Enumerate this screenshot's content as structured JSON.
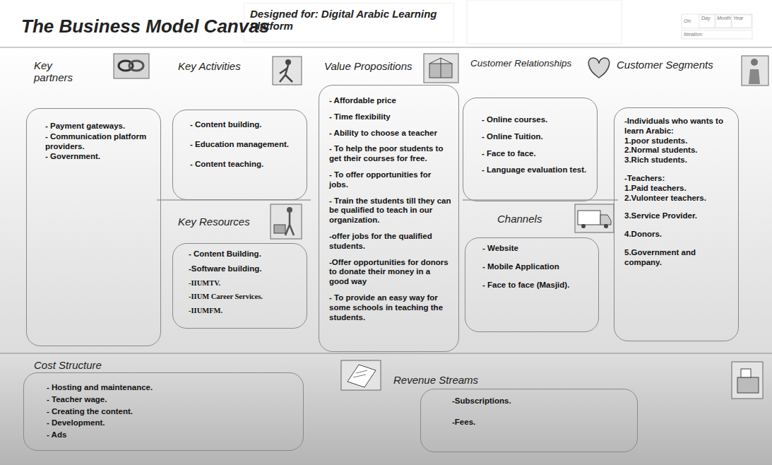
{
  "diagram": {
    "title": "The Business Model Canvas",
    "nodes": [
      {
        "text": [
          "Designed for: Digital Arabic Learning Platform"
        ]
      },
      {
        "text": [
          "Key partners",
          "- Payment gateways.",
          "- Communication platform providers.",
          "- Government."
        ]
      },
      {
        "text": [
          "Key Activities",
          "- Content building.",
          "- Education management.",
          "- Content teaching."
        ]
      },
      {
        "text": [
          "Key Resources",
          "- Content Building.",
          "-Software building.",
          "-IIUMTV.",
          "-IIUM Career Services.",
          "-IIUMFM."
        ]
      },
      {
        "text": [
          "Value Propositions",
          "- Affordable price",
          "- Time flexibility",
          "- Ability to choose a teacher",
          "- To help the poor students to get their courses for free.",
          "- To offer opportunities for jobs.",
          "- Train the students till they can be qualified to teach in our organization.",
          "-offer jobs for the qualified students.",
          "-Offer opportunities for donors to donate their money in a good way",
          "- To provide an easy way for some schools in teaching the students."
        ]
      },
      {
        "text": [
          "Customer Relationships",
          "- Online courses.",
          "- Online Tuition.",
          "- Face to face.",
          "- Language evaluation test."
        ]
      },
      {
        "text": [
          "Channels",
          "- Website",
          "- Mobile Application",
          "- Face to face (Masjid)."
        ]
      },
      {
        "text": [
          "Customer Segments",
          "-Individuals who wants to learn Arabic:",
          "1.poor students.",
          "2.Normal students.",
          "3.Rich students.",
          "-Teachers:",
          "1.Paid teachers.",
          "2.Vulonteer teachers.",
          "3.Service Provider.",
          "4.Donors.",
          "5.Government and company."
        ]
      },
      {
        "text": [
          "Cost Structure",
          "- Hosting and maintenance.",
          "- Teacher wage.",
          "- Creating the content.",
          "- Development.",
          "- Ads"
        ]
      },
      {
        "text": [
          "Revenue Streams",
          "-Subscriptions.",
          "-Fees."
        ]
      }
    ],
    "labels": [
      "On:",
      "Day",
      "Month",
      "Year",
      "Iteration:"
    ]
  }
}
